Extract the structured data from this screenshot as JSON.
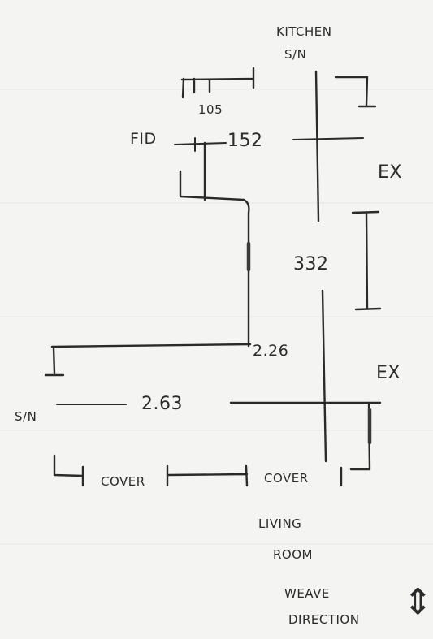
{
  "labels": {
    "kitchen_line1": "KITCHEN",
    "kitchen_line2": "S/N",
    "dim_105": "105",
    "fid": "FID",
    "dim_152": "152",
    "ex_top": "EX",
    "dim_332": "332",
    "dim_226": "2.26",
    "ex_bottom": "EX",
    "sn_left": "S/N",
    "dim_263": "2.63",
    "cover_left": "COVER",
    "cover_right": "COVER",
    "living_line1": "LIVING",
    "living_line2": "ROOM",
    "weave_line1": "WEAVE",
    "weave_line2": "DIRECTION",
    "weave_arrow": "⇕"
  }
}
